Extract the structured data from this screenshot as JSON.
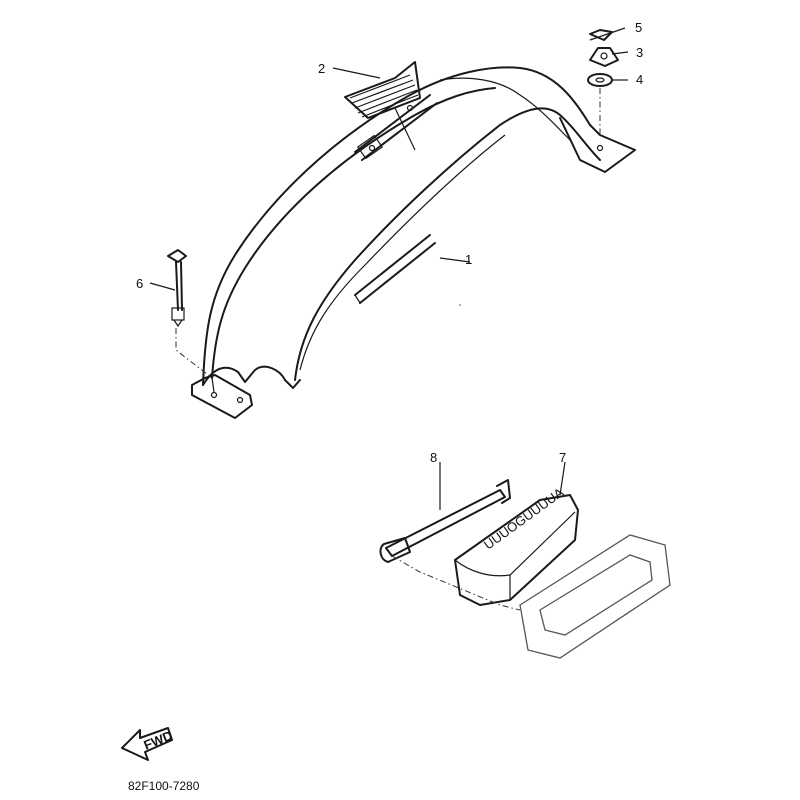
{
  "callouts": {
    "p1": "1",
    "p2": "2",
    "p3": "3",
    "p4": "4",
    "p5": "5",
    "p6": "6",
    "p7": "7",
    "p8": "8"
  },
  "fwd_arrow_label": "FWD",
  "battery_label": "UUUOGUUUUA",
  "diagram_code": "82F100-7280",
  "icons": [
    "fwd-arrow-icon"
  ]
}
